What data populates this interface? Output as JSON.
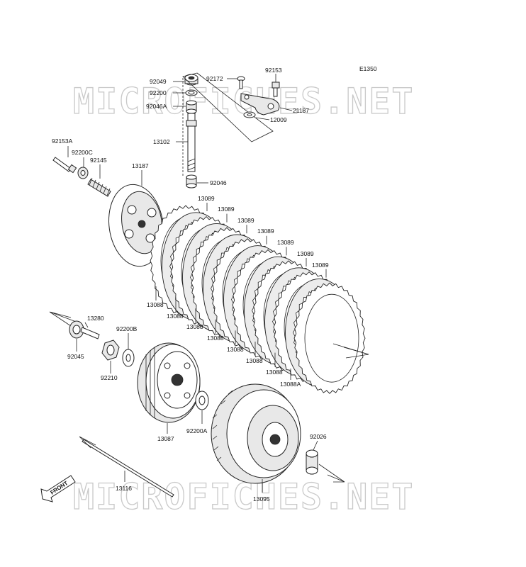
{
  "diagram_code": "E1350",
  "watermark": "MICROFICHES.NET",
  "front_label": "FRONT",
  "part_numbers": {
    "p92049": "92049",
    "p92200": "92200",
    "p92046A": "92046A",
    "p13102": "13102",
    "p92046": "92046",
    "p92172": "92172",
    "p92153": "92153",
    "p21187": "21187",
    "p12009": "12009",
    "p92153A": "92153A",
    "p92200C": "92200C",
    "p92145": "92145",
    "p13187": "13187",
    "p13280": "13280",
    "p92045": "92045",
    "p92200B": "92200B",
    "p92210": "92210",
    "p13087": "13087",
    "p92200A": "92200A",
    "p13095": "13095",
    "p92026": "92026",
    "p13116": "13116",
    "p13088A": "13088A"
  },
  "friction_plates": [
    "13089",
    "13089",
    "13089",
    "13089",
    "13089",
    "13089",
    "13089"
  ],
  "steel_plates": [
    "13088",
    "13088",
    "13088",
    "13088",
    "13088",
    "13088",
    "13088"
  ]
}
